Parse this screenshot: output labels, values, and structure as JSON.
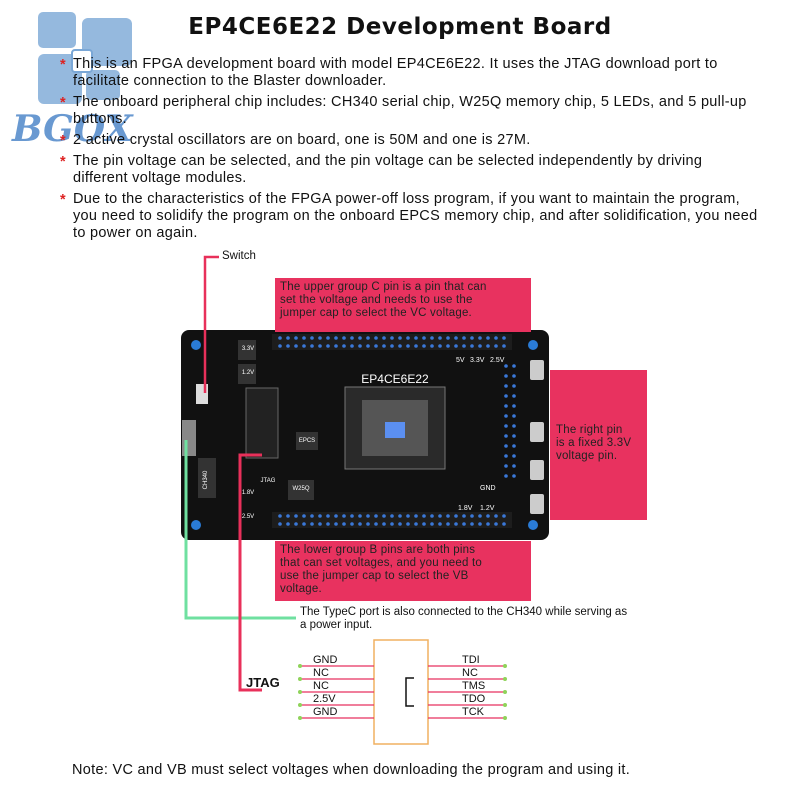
{
  "title": "EP4CE6E22 Development Board",
  "watermark": "BGOX",
  "bullets": [
    "This is an FPGA development board with model EP4CE6E22. It uses the JTAG download port to facilitate connection to the Blaster downloader.",
    "The onboard peripheral chip includes: CH340 serial chip, W25Q memory chip, 5 LEDs, and 5 pull-up buttons.",
    "2 active crystal oscillators are on board, one is 50M and one is 27M.",
    "The pin voltage can be selected, and the pin voltage can be selected independently by driving different voltage modules.",
    "Due to the characteristics of the FPGA power-off loss program, if you want to maintain the program, you need to solidify the program on the onboard EPCS memory chip, and after solidification, you need to power on again."
  ],
  "labels": {
    "switch": "Switch",
    "typec": "The TypeC port is also connected to the CH340 while serving as a power input.",
    "jtag": "JTAG"
  },
  "callouts": {
    "upper": [
      "The upper group C pin is a pin that can",
      "set the voltage and needs to use the",
      "jumper cap to select the VC voltage."
    ],
    "right": [
      "The right pin",
      "is a fixed 3.3V",
      "voltage pin."
    ],
    "lower": [
      "The lower group B pins are both pins",
      "that can set voltages, and you need to",
      "use the jumper cap to select the VB",
      "voltage."
    ]
  },
  "jtag_pins": {
    "left": [
      "GND",
      "NC",
      "NC",
      "2.5V",
      "GND"
    ],
    "right": [
      "TDI",
      "NC",
      "TMS",
      "TDO",
      "TCK"
    ]
  },
  "board": {
    "chip": "EP4CE6E22",
    "ch340": "CH340",
    "w25q": "W25Q",
    "epcs": "EPCS",
    "jtag": "JTAG",
    "v5": "5V",
    "v33": "3.3V",
    "v25": "2.5V",
    "v18": "1.8V",
    "v12": "1.2V",
    "gnd": "GND",
    "v33s": "3.3V",
    "v12s": "1.2V",
    "v18s": "1.8V",
    "v25s": "2.5V"
  },
  "note": "Note: VC and VB must select voltages when downloading the program and using it.",
  "colors": {
    "callout": "#e8325f",
    "board": "#111111",
    "wire_red": "#e8305a",
    "wire_green": "#6fe0a0",
    "jtag_box": "#f0b060",
    "jtag_dot": "#8fd35a",
    "star": "#dd2222"
  }
}
